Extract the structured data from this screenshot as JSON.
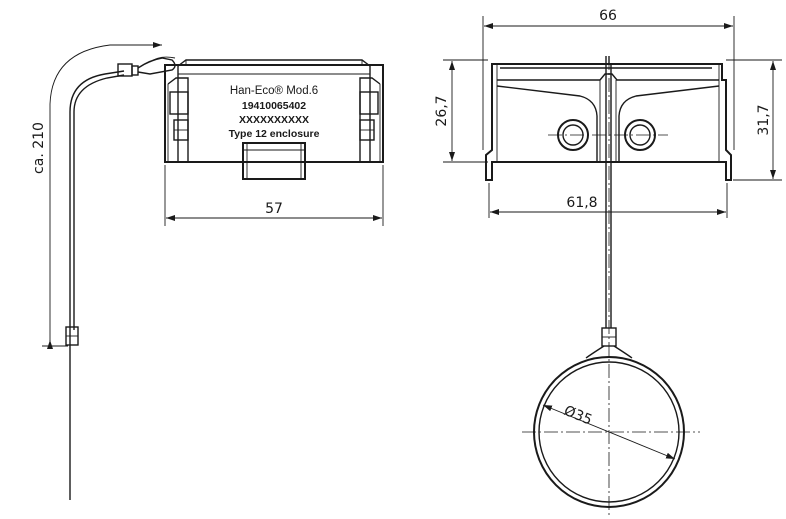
{
  "left_view": {
    "label_lines": [
      "Han-Eco® Mod.6",
      "19410065402",
      "XXXXXXXXXX",
      "Type 12 enclosure"
    ],
    "dim_width": "57",
    "dim_cable_length": "ca. 210"
  },
  "right_view": {
    "dim_top_width": "66",
    "dim_inner_height": "26,7",
    "dim_total_height": "31,7",
    "dim_base_width": "61,8",
    "dim_ring_diameter": "Ø35"
  }
}
